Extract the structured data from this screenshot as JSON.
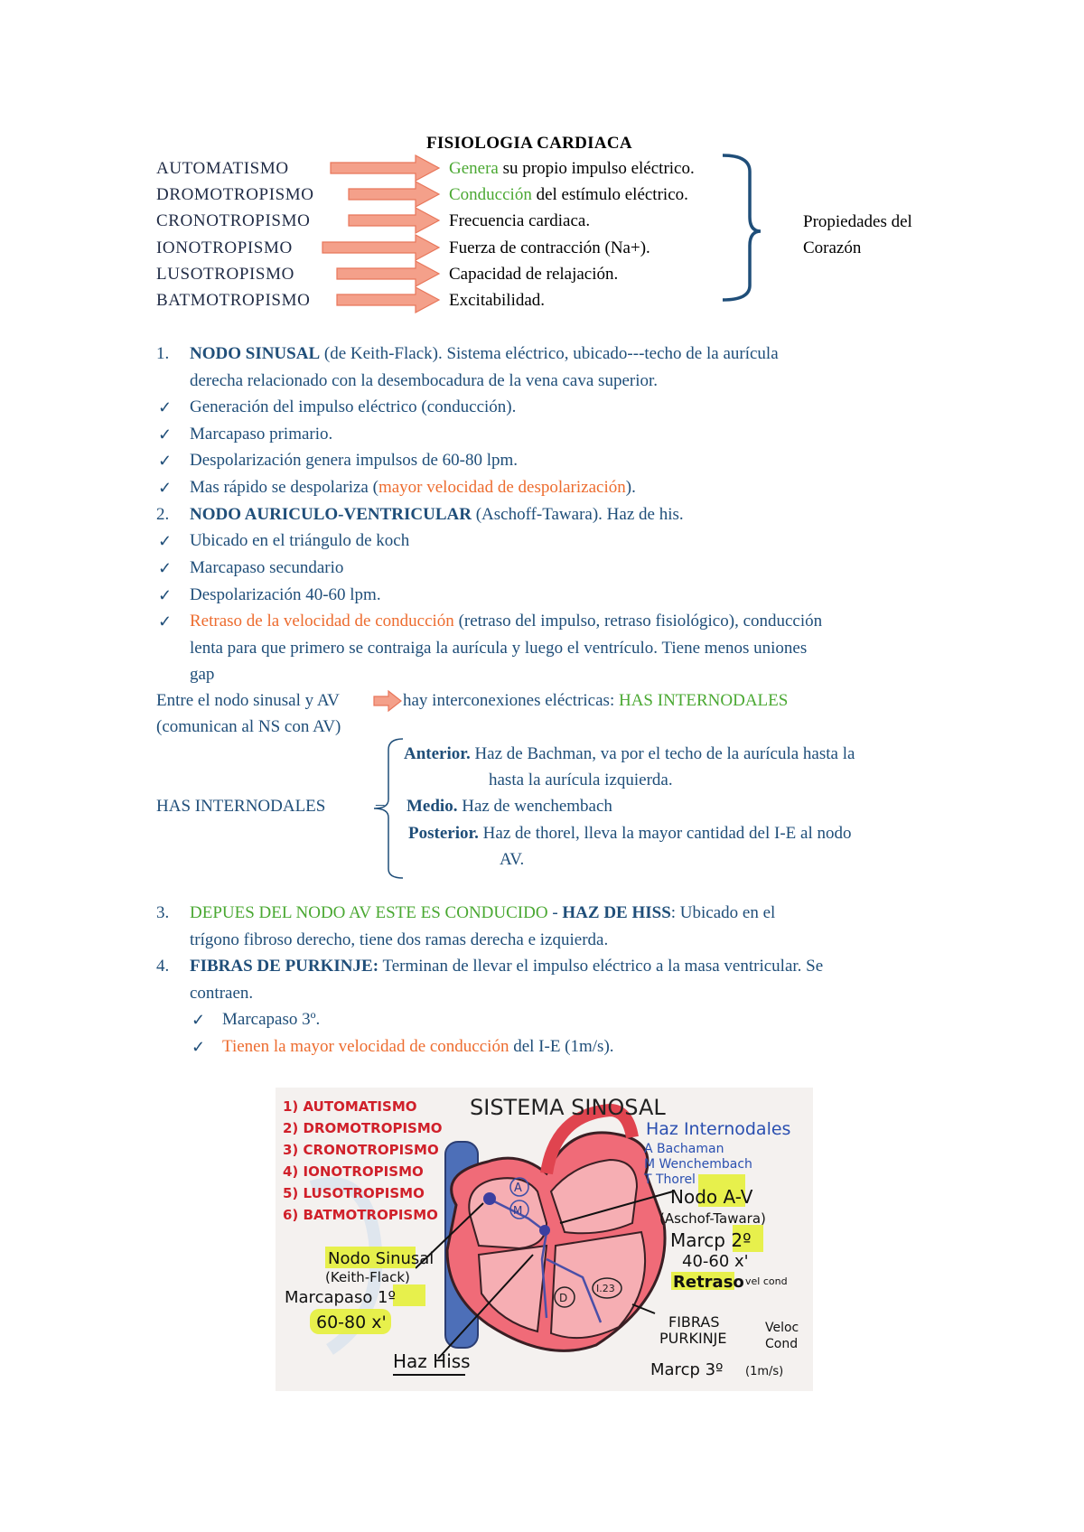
{
  "title": "FISIOLOGIA CARDIACA",
  "properties": [
    {
      "name": "AUTOMATISMO",
      "desc_green": "Genera",
      "desc": " su propio impulso eléctrico."
    },
    {
      "name": "DROMOTROPISMO",
      "desc_green": "Conducción",
      "desc": " del estímulo eléctrico."
    },
    {
      "name": "CRONOTROPISMO",
      "desc_green": "",
      "desc": "Frecuencia cardiaca."
    },
    {
      "name": "IONOTROPISMO",
      "desc_green": "",
      "desc": "Fuerza de contracción (Na+)."
    },
    {
      "name": "LUSOTROPISMO",
      "desc_green": "",
      "desc": "Capacidad de relajación."
    },
    {
      "name": "BATMOTROPISMO",
      "desc_green": "",
      "desc": "Excitabilidad."
    }
  ],
  "brace_label_1": "Propiedades del",
  "brace_label_2": "Corazón",
  "s1": {
    "num": "1.",
    "head": "NODO SINUSAL",
    "line1": " (de Keith-Flack). Sistema eléctrico, ubicado---techo de la aurícula",
    "line2": "derecha relacionado con la desembocadura de la vena cava superior.",
    "c1": "Generación del impulso eléctrico (conducción).",
    "c2": "Marcapaso primario.",
    "c3": "Despolarización genera impulsos de 60-80 lpm.",
    "c4a": "Mas rápido se despolariza (",
    "c4b": "mayor velocidad de despolarización",
    "c4c": ")."
  },
  "s2": {
    "num": "2.",
    "head": "NODO AURICULO-VENTRICULAR",
    "rest": " (Aschoff-Tawara). Haz de his.",
    "c1": "Ubicado en el triángulo de koch",
    "c2": "Marcapaso secundario",
    "c3": "Despolarización 40-60 lpm.",
    "c4a": "Retraso de la velocidad de conducción",
    "c4b": " (retraso del impulso, retraso fisiológico), conducción",
    "c4line2": "lenta para que primero se contraiga la aurícula y luego el ventrículo. Tiene menos uniones",
    "c4line3": "gap"
  },
  "between": {
    "a": "Entre el nodo sinusal y AV",
    "b": " hay interconexiones eléctricas: ",
    "c": "HAS INTERNODALES",
    "line2": "(comunican al NS con AV)"
  },
  "has": {
    "label": "HAS INTERNODALES",
    "ant_b": "Anterior.",
    "ant": " Haz de Bachman, va por el techo de la aurícula hasta la",
    "ant2": "hasta la aurícula izquierda.",
    "med_b": "Medio.",
    "med": " Haz de wenchembach",
    "pos_b": "Posterior.",
    "pos": " Haz de thorel, lleva la mayor cantidad del I-E al nodo",
    "pos2": "AV."
  },
  "s3": {
    "num": "3.",
    "green": "DEPUES DEL NODO AV ESTE ES CONDUCIDO",
    "dash": " - ",
    "head": "HAZ DE HISS",
    "rest": ": Ubicado en el",
    "line2": "trígono fibroso derecho, tiene dos ramas derecha e izquierda."
  },
  "s4": {
    "num": "4.",
    "head": "FIBRAS DE PURKINJE:",
    "rest": " Terminan de llevar el impulso eléctrico a la masa ventricular. Se",
    "line2": "contraen.",
    "c1": "Marcapaso 3º.",
    "c2a": "Tienen la mayor velocidad de conducción",
    "c2b": " del I-E (1m/s)."
  },
  "figure": {
    "heading": "SISTEMA SINOSAL",
    "list": [
      "1) AUTOMATISMO",
      "2) DROMOTROPISMO",
      "3) CRONOTROPISMO",
      "4) IONOTROPISMO",
      "5) LUSOTROPISMO",
      "6) BATMOTROPISMO"
    ],
    "haz": "Haz Internodales",
    "haz_a": "A Bachaman",
    "haz_m": "M Wenchembach",
    "haz_t": "T Thorel",
    "nodo_av": "Nodo A-V",
    "aschof": "(Aschof-Tawara)",
    "marcp2": "Marcp 2º",
    "range2": "40-60 x'",
    "retraso": "Retraso",
    "vel_cond": "vel cond",
    "nodo_sinusal": "Nodo Sinusal",
    "keith": "(Keith-Flack)",
    "marcapaso1": "Marcapaso 1º",
    "range1": "60-80 x'",
    "haz_hiss": "Haz Hiss",
    "fibras": "FIBRAS",
    "purkinje": "PURKINJE",
    "veloc": "Veloc",
    "cond": "Cond",
    "marcp3": "Marcp 3º",
    "ms": "(1m/s)",
    "label_a": "A",
    "label_m": "M",
    "label_d": "D",
    "label_i": "I.23"
  }
}
